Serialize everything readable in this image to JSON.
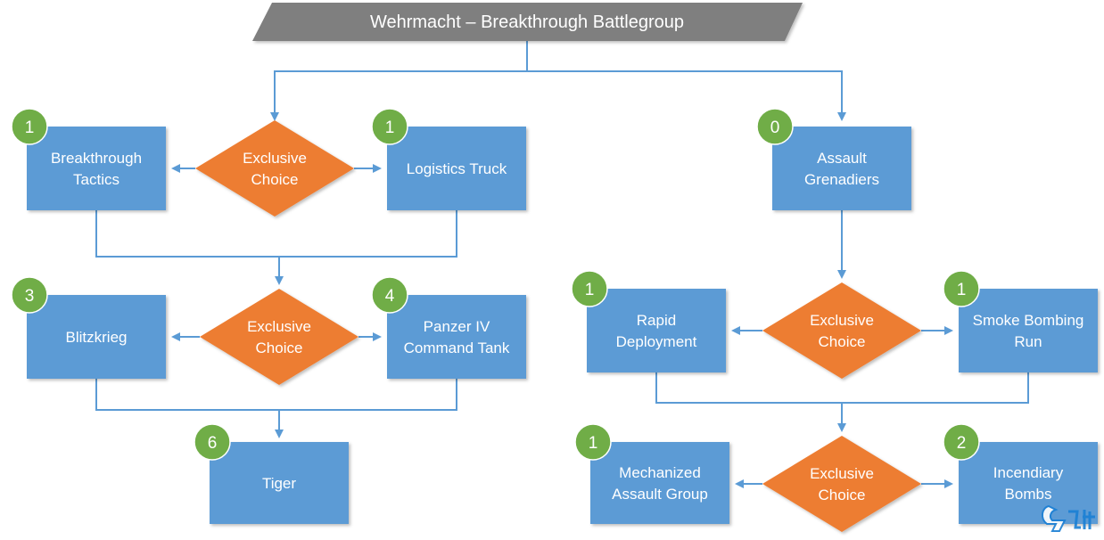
{
  "title": "Wehrmacht – Breakthrough Battlegroup",
  "colors": {
    "box": "#5b9bd5",
    "diamond": "#ed7d31",
    "badge": "#70ad47",
    "title_bar": "#7f7f7f",
    "line": "#5b9bd5"
  },
  "nodes": {
    "breakthrough_tactics": {
      "lines": [
        "Breakthrough",
        "Tactics"
      ],
      "cost": "1"
    },
    "logistics_truck": {
      "lines": [
        "Logistics Truck"
      ],
      "cost": "1"
    },
    "blitzkrieg": {
      "lines": [
        "Blitzkrieg"
      ],
      "cost": "3"
    },
    "panzer_iv_command_tank": {
      "lines": [
        "Panzer IV",
        "Command Tank"
      ],
      "cost": "4"
    },
    "tiger": {
      "lines": [
        "Tiger"
      ],
      "cost": "6"
    },
    "assault_grenadiers": {
      "lines": [
        "Assault",
        "Grenadiers"
      ],
      "cost": "0"
    },
    "rapid_deployment": {
      "lines": [
        "Rapid",
        "Deployment"
      ],
      "cost": "1"
    },
    "smoke_bombing_run": {
      "lines": [
        "Smoke Bombing",
        "Run"
      ],
      "cost": "1"
    },
    "mechanized_assault_group": {
      "lines": [
        "Mechanized",
        "Assault Group"
      ],
      "cost": "1"
    },
    "incendiary_bombs": {
      "lines": [
        "Incendiary",
        "Bombs"
      ],
      "cost": "2"
    }
  },
  "choice_label": [
    "Exclusive",
    "Choice"
  ],
  "icons": {
    "watermark": "jiuyou-logo-icon"
  }
}
